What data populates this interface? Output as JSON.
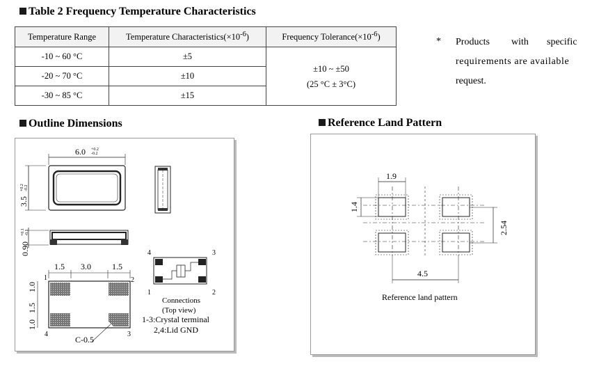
{
  "table_heading": "Table 2 Frequency Temperature Characteristics",
  "table": {
    "headers": [
      "Temperature Range",
      "Temperature Characteristics(×10",
      "Frequency Tolerance(×10"
    ],
    "header_exp": "-6",
    "header_close": ")",
    "rows": [
      {
        "range": "-10 ~ 60 °C",
        "char": "±5"
      },
      {
        "range": "-20 ~ 70 °C",
        "char": "±10"
      },
      {
        "range": "-30 ~ 85 °C",
        "char": "±15"
      }
    ],
    "tolerance_line1": "±10 ~ ±50",
    "tolerance_line2": "(25 °C ± 3°C)"
  },
  "note": {
    "star": "*",
    "line1_words": [
      "Products",
      "with",
      "specific"
    ],
    "line2": "requirements are available",
    "line3": "request."
  },
  "outline_heading": "Outline Dimensions",
  "land_heading": "Reference Land Pattern",
  "outline": {
    "width": "6.0",
    "width_tol_plus": "+0.2",
    "width_tol_minus": "-0.2",
    "height": "3.5",
    "height_tol_plus": "+0.2",
    "height_tol_minus": "-0.2",
    "thickness": "0.90",
    "thickness_tol_plus": "+0.1",
    "thickness_tol_minus": "-0.1",
    "pad_x": [
      "1.5",
      "3.0",
      "1.5"
    ],
    "pad_y": [
      "1.0",
      "1.5",
      "1.0"
    ],
    "chamfer": "C-0.5",
    "pins": [
      "1",
      "2",
      "3",
      "4"
    ],
    "connections_title": "Connections",
    "connections_sub": "(Top view)",
    "conn_line1": "1-3:Crystal terminal",
    "conn_line2": "2,4:Lid GND"
  },
  "land": {
    "pad_w": "1.9",
    "pad_h": "1.4",
    "pitch_y": "2.54",
    "pitch_x": "4.5",
    "caption": "Reference land pattern"
  }
}
